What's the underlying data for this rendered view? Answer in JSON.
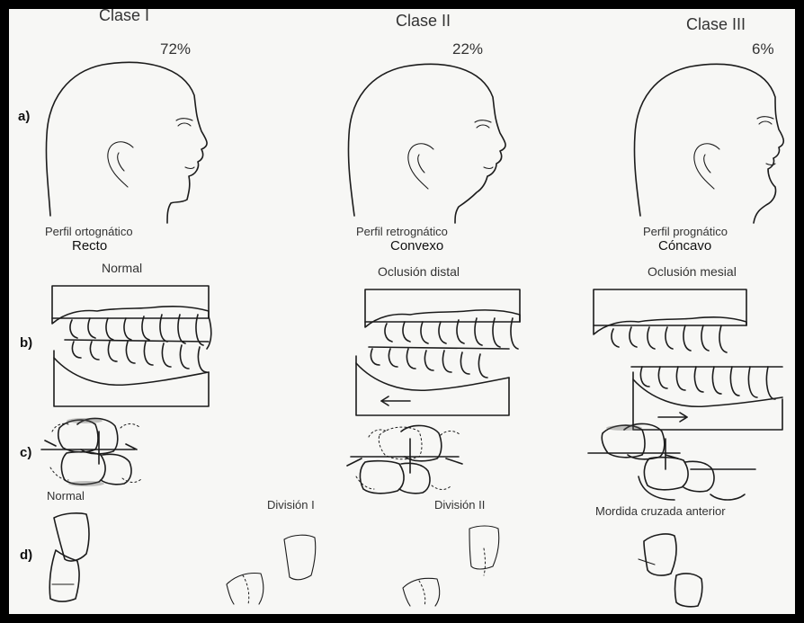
{
  "classes": [
    {
      "name": "Clase I",
      "percent": "72%",
      "profile": "Perfil ortognático",
      "profile_type": "Recto",
      "occlusion": "Normal"
    },
    {
      "name": "Clase II",
      "percent": "22%",
      "profile": "Perfil retrognático",
      "profile_type": "Convexo",
      "occlusion": "Oclusión distal"
    },
    {
      "name": "Clase III",
      "percent": "6%",
      "profile": "Perfil prognático",
      "profile_type": "Cóncavo",
      "occlusion": "Oclusión mesial"
    }
  ],
  "rows": [
    "a)",
    "b)",
    "c)",
    "d)"
  ],
  "incisor_relations": [
    "Normal",
    "División I",
    "División II",
    "Mordida cruzada anterior"
  ]
}
